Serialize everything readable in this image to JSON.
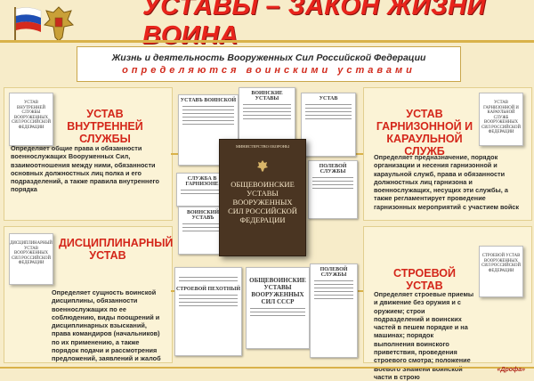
{
  "header": {
    "title": "УСТАВЫ – ЗАКОН ЖИЗНИ ВОИНА",
    "subtitle_line1": "Жизнь и деятельность Вооруженных Сил Российской Федерации",
    "subtitle_line2": "определяются воинскими уставами"
  },
  "sections": {
    "internal": {
      "title": "УСТАВ ВНУТРЕННЕЙ СЛУЖБЫ",
      "text": "Определяет общие права и обязанности военнослужащих Вооруженных Сил, взаимоотношения между ними, обязанности основных должностных лиц полка и его подразделений, а также правила внутреннего порядка",
      "doc_caption": "УСТАВ ВНУТРЕННЕЙ СЛУЖБЫ ВООРУЖЕННЫХ СИЛ РОССИЙСКОЙ ФЕДЕРАЦИИ"
    },
    "garrison": {
      "title": "УСТАВ ГАРНИЗОННОЙ И КАРАУЛЬНОЙ СЛУЖБ",
      "text": "Определяет предназначение, порядок организации и несения гарнизонной и караульной служб, права и обязанности должностных лиц гарнизона и военнослужащих, несущих эти службы, а также регламентирует проведение гарнизонных мероприятий с участием войск",
      "doc_caption": "УСТАВ ГАРНИЗОННОЙ И КАРАУЛЬНОЙ СЛУЖБ ВООРУЖЕННЫХ СИЛ РОССИЙСКОЙ ФЕДЕРАЦИИ"
    },
    "discipline": {
      "title": "ДИСЦИПЛИНАРНЫЙ УСТАВ",
      "text": "Определяет сущность воинской дисциплины, обязанности военнослужащих по ее соблюдению, виды поощрений и дисциплинарных взысканий, права командиров (начальников) по их применению, а также порядок подачи и рассмотрения предложений, заявлений и жалоб",
      "doc_caption": "ДИСЦИПЛИНАРНЫЙ УСТАВ ВООРУЖЕННЫХ СИЛ РОССИЙСКОЙ ФЕДЕРАЦИИ"
    },
    "drill": {
      "title": "СТРОЕВОЙ УСТАВ",
      "text": "Определяет строевые приемы и движение без оружия и с оружием; строи подразделений и воинских частей в пешем порядке и на машинах; порядок выполнения воинского приветствия, проведения строевого смотра; положение Боевого Знамени воинской части в строю",
      "doc_caption": "СТРОЕВОЙ УСТАВ ВООРУЖЕННЫХ СИЛ РОССИЙСКОЙ ФЕДЕРАЦИИ"
    }
  },
  "center": {
    "book_top": "МИНИСТЕРСТВО ОБОРОНЫ",
    "book_title": "ОБЩЕВОИНСКИЕ УСТАВЫ ВООРУЖЕННЫХ СИЛ РОССИЙСКОЙ ФЕДЕРАЦИИ",
    "doc1": "УСТАВЪ ВОИНСКОЙ",
    "doc2": "ВОИНСКИЕ УСТАВЫ",
    "doc3": "УСТАВ",
    "doc4": "СЛУЖБА В ГАРНИЗОНЕ",
    "doc5": "ВОИНСКИЙ УСТАВЪ",
    "doc6": "ПОЛЕВОЙ СЛУЖБЫ",
    "doc7": "ОБЩЕВОИНСКИЕ УСТАВЫ ВООРУЖЕННЫХ СИЛ СССР",
    "doc8": "ПОЛЕВОЙ СЛУЖБЫ",
    "doc9": "СТРОЕВОЙ ПЕХОТНЫЙ"
  },
  "footer": {
    "publisher": "«Дрофа»"
  },
  "colors": {
    "title": "#e8241c",
    "accent": "#d4261a",
    "gold": "#d9b24a",
    "background": "#f7ecc9"
  }
}
